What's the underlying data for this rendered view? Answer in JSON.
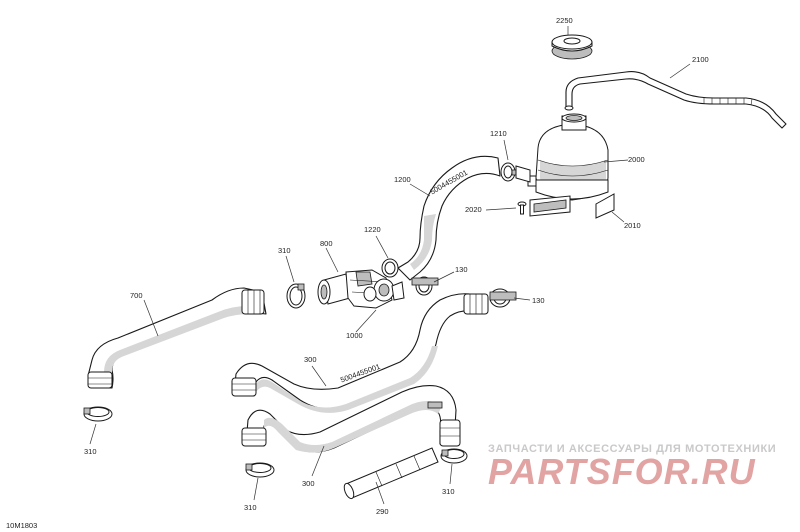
{
  "diagram": {
    "figure_code": "10M1803",
    "part_labels": {
      "p2250": "2250",
      "p2100": "2100",
      "p1210": "1210",
      "p2000": "2000",
      "p1200": "1200",
      "p2020": "2020",
      "p2010": "2010",
      "p1220": "1220",
      "p800": "800",
      "p310a": "310",
      "p130a": "130",
      "p700": "700",
      "p1000": "1000",
      "p130b": "130",
      "p300a": "300",
      "p310b": "310",
      "p300b": "300",
      "p310c": "310",
      "p290": "290",
      "p310d": "310"
    },
    "hose_markings": {
      "upper_hose": "5004455001",
      "lower_hose": "5004455001"
    }
  },
  "watermark": {
    "caption": "ЗАПЧАСТИ И АКСЕССУАРЫ ДЛЯ МОТОТЕХНИКИ",
    "logo": "PARTSFOR.RU",
    "logo_color": "#e2a3a3"
  }
}
